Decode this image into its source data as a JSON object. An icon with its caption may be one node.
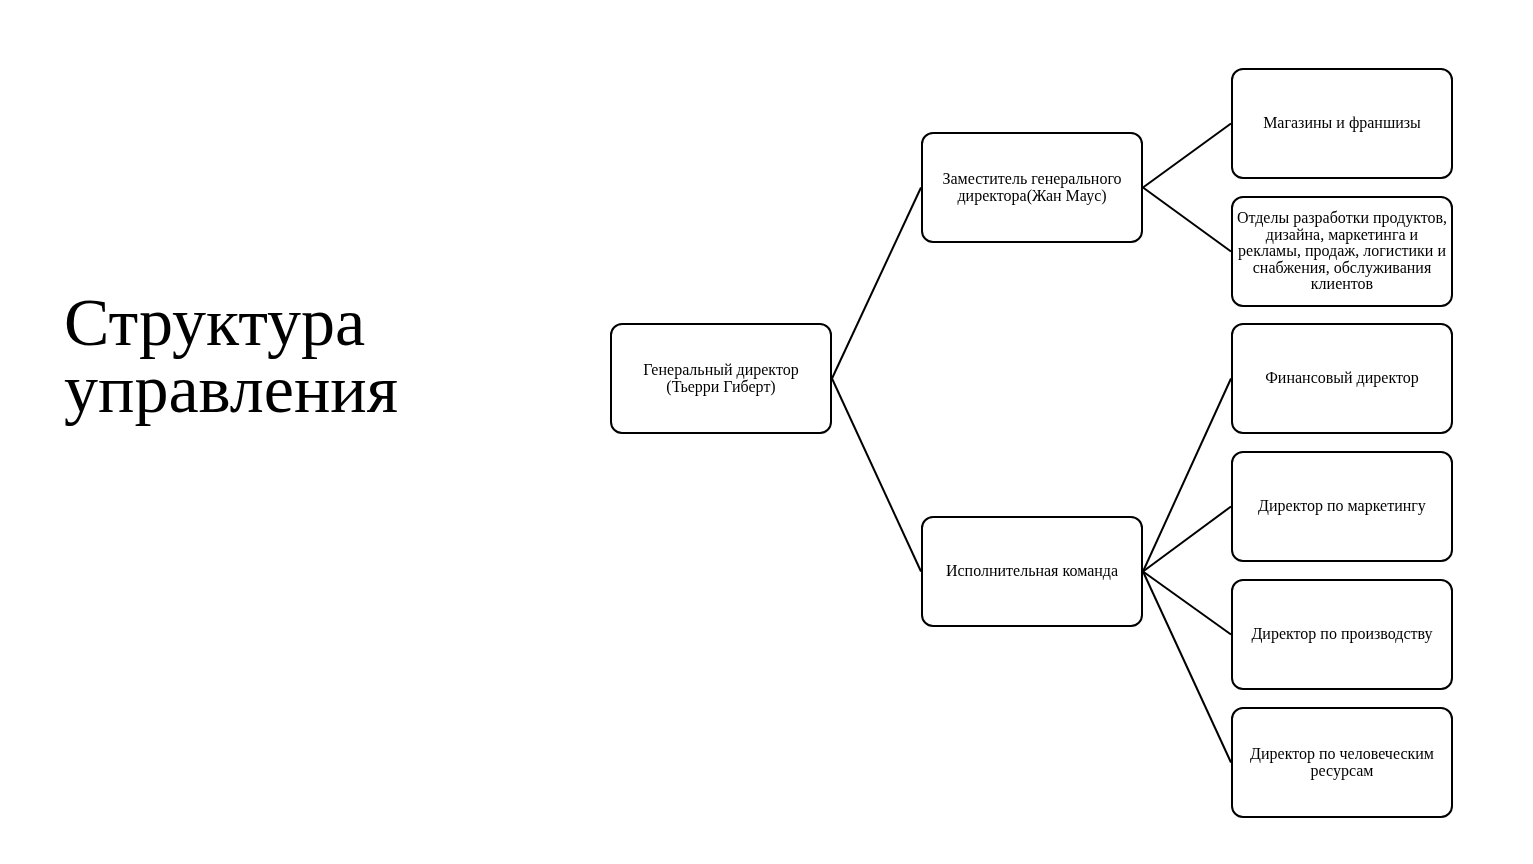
{
  "diagram": {
    "title": "Структура управления",
    "nodes": [
      {
        "text": [
          "Генеральный директор (Тьерри Гиберт)"
        ]
      },
      {
        "text": [
          "Заместитель генерального директора(Жан Маус)"
        ]
      },
      {
        "text": [
          "Исполнительная команда"
        ]
      },
      {
        "text": [
          "Магазины и франшизы"
        ]
      },
      {
        "text": [
          "Отделы разработки продуктов, дизайна, маркетинга и рекламы, продаж, логистики и снабжения, обслуживания клиентов"
        ]
      },
      {
        "text": [
          "Финансовый директор"
        ]
      },
      {
        "text": [
          "Директор по маркетингу"
        ]
      },
      {
        "text": [
          "Директор по производству"
        ]
      },
      {
        "text": [
          "Директор по человеческим ресурсам"
        ]
      }
    ],
    "edges": [
      {
        "from": 0,
        "to": 1,
        "arrow": "none"
      },
      {
        "from": 0,
        "to": 2,
        "arrow": "none"
      },
      {
        "from": 1,
        "to": 3,
        "arrow": "none"
      },
      {
        "from": 1,
        "to": 4,
        "arrow": "none"
      },
      {
        "from": 2,
        "to": 5,
        "arrow": "none"
      },
      {
        "from": 2,
        "to": 6,
        "arrow": "none"
      },
      {
        "from": 2,
        "to": 7,
        "arrow": "none"
      },
      {
        "from": 2,
        "to": 8,
        "arrow": "none"
      }
    ]
  }
}
